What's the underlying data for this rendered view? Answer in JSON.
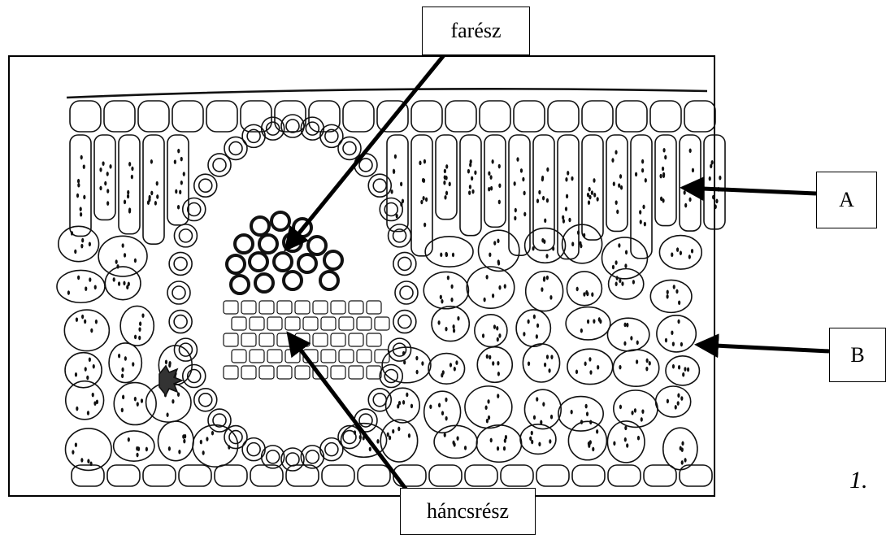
{
  "labels": {
    "xylem": "farész",
    "phloem": "háncsrész",
    "a": "A",
    "b": "B"
  },
  "figure_number": "1."
}
